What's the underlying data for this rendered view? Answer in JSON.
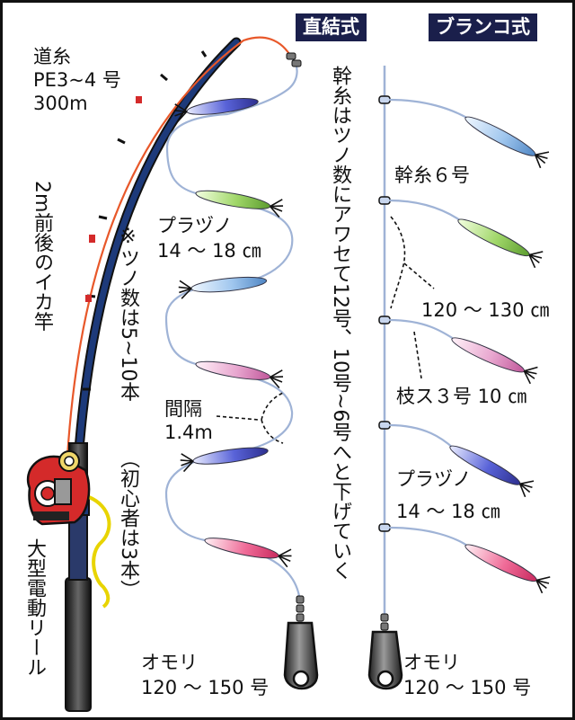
{
  "headers": {
    "direct": "直結式",
    "branch": "ブランコ式"
  },
  "mainline": {
    "name": "道糸",
    "spec": "PE3~4 号",
    "length": "300m"
  },
  "rod": "2m前後のイカ竿",
  "reel": "大型電動リール",
  "direct": {
    "lure_name": "プラヅノ",
    "lure_size": "14 〜 18 ㎝",
    "count_note": "※ツノ数は5~10本",
    "beginner_note": "（初心者は3本）",
    "spacing_label": "間隔",
    "spacing_value": "1.4m",
    "sinker_label": "オモリ",
    "sinker_size": "120 〜 150 号"
  },
  "branch": {
    "note": "幹糸はツノ数にアワセて12号、10号~6号へと下げていく",
    "trunk": "幹糸６号",
    "spacing": "120 〜 130 ㎝",
    "leader": "枝ス３号 10 ㎝",
    "lure_name": "プラヅノ",
    "lure_size": "14 〜 18 ㎝",
    "sinker_label": "オモリ",
    "sinker_size": "120 〜 150 号"
  },
  "colors": {
    "header_bg": "#1a1f4b",
    "mainline": "#e8582a",
    "rod": "#1d3a7a",
    "reel": "#d42a2a",
    "leader_line": "#9fb3d6",
    "lure_colors": [
      "blue",
      "green",
      "light-blue",
      "pink",
      "blue",
      "pink"
    ]
  }
}
